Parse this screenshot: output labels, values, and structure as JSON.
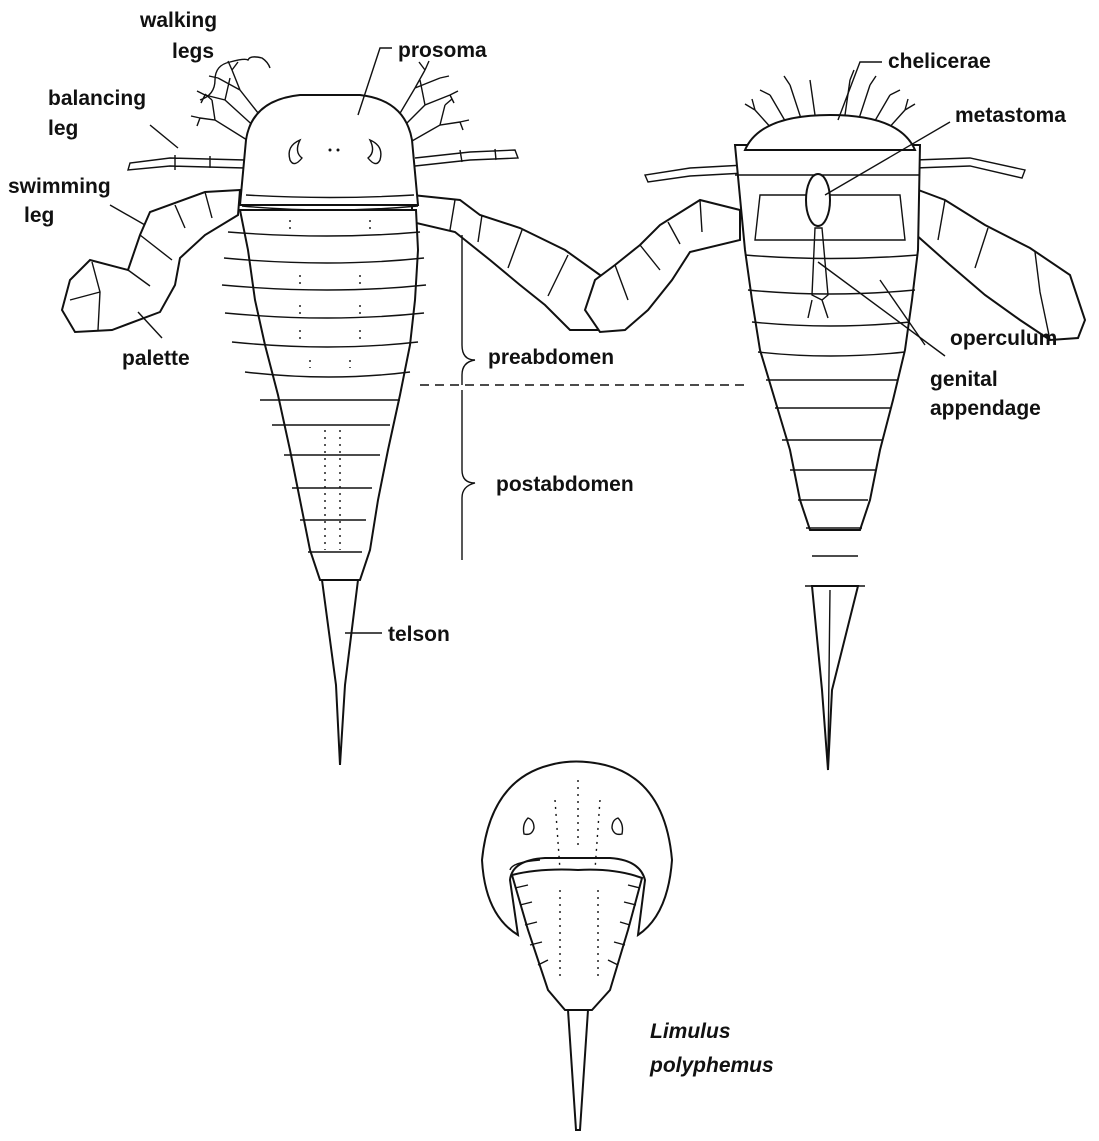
{
  "labels": {
    "walking_legs_1": "walking",
    "walking_legs_2": "legs",
    "prosoma": "prosoma",
    "balancing_leg_1": "balancing",
    "balancing_leg_2": "leg",
    "swimming_leg_1": "swimming",
    "swimming_leg_2": "leg",
    "palette": "palette",
    "preabdomen": "preabdomen",
    "postabdomen": "postabdomen",
    "telson": "telson",
    "chelicerae": "chelicerae",
    "metastoma": "metastoma",
    "operculum": "operculum",
    "genital_appendage_1": "genital",
    "genital_appendage_2": "appendage",
    "species_1": "Limulus",
    "species_2": "polyphemus"
  }
}
